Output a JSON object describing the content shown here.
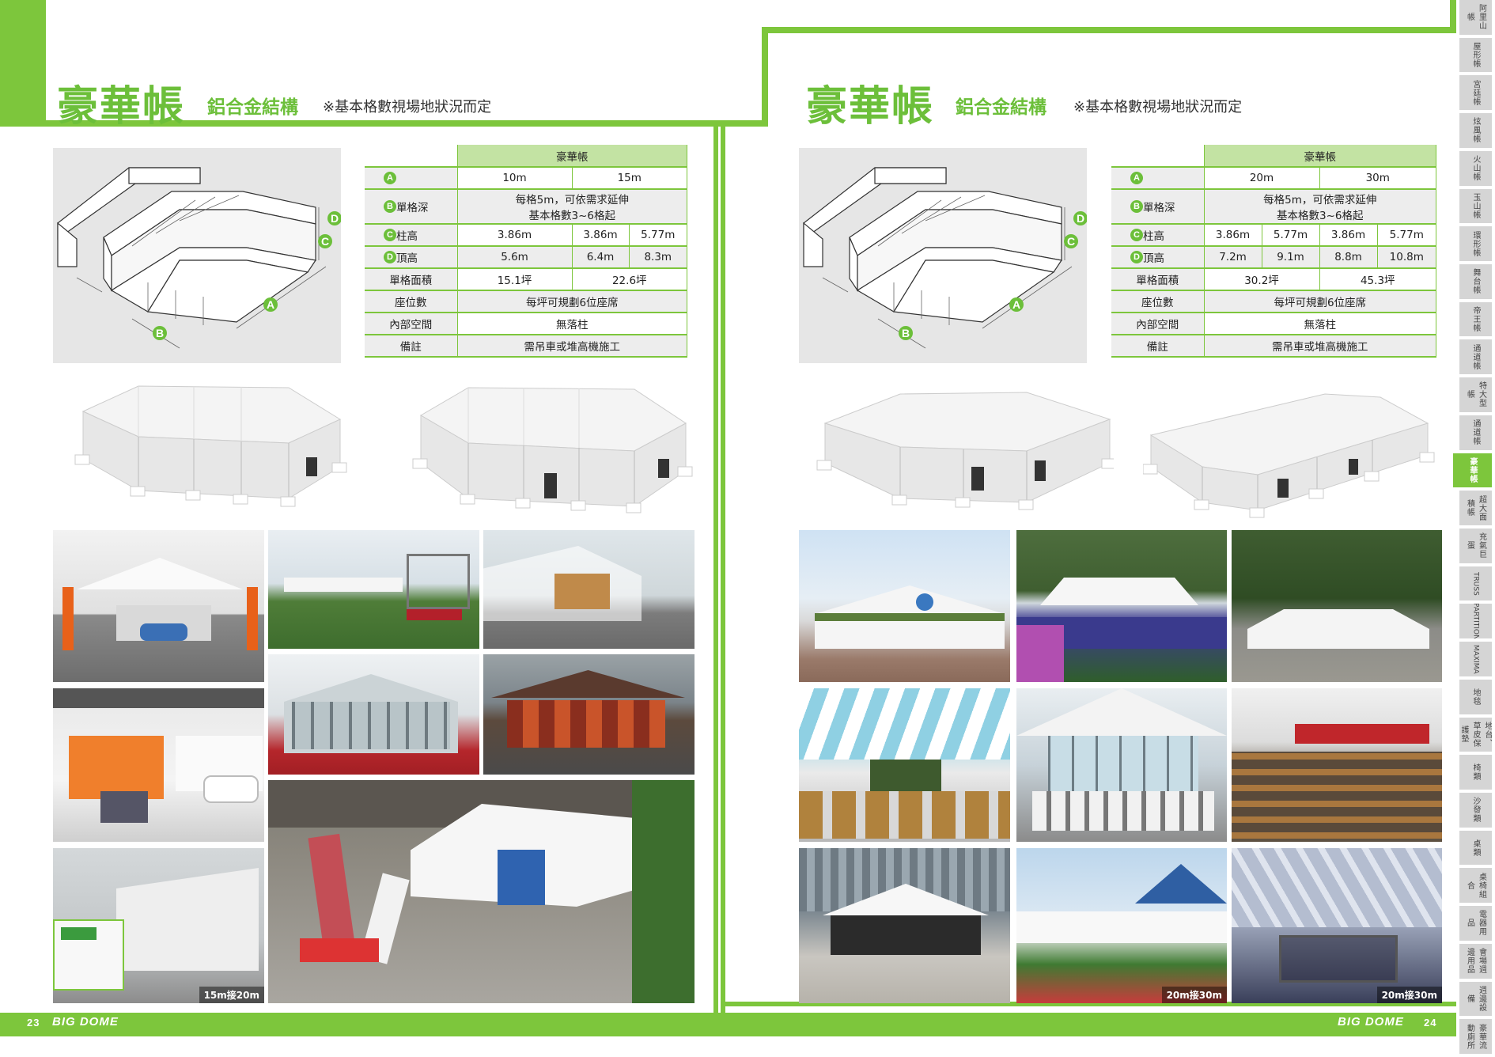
{
  "left": {
    "title": "豪華帳",
    "subtitle": "鋁合金結構",
    "note": "※基本格數視場地狀況而定",
    "page_no": "23",
    "logo": "BIG DOME",
    "diagram_labels": {
      "a": "A",
      "b": "B",
      "c": "C",
      "d": "D"
    },
    "table": {
      "header": "豪華帳",
      "rows": {
        "a": {
          "badge": "A",
          "label": "",
          "cells": [
            "10m",
            "15m"
          ]
        },
        "b": {
          "badge": "B",
          "label": "單格深",
          "line1": "每格5m，可依需求延伸",
          "line2": "基本格數3~6格起"
        },
        "c": {
          "badge": "C",
          "label": "柱高",
          "cells": [
            "3.86m",
            "3.86m",
            "5.77m"
          ]
        },
        "d": {
          "badge": "D",
          "label": "頂高",
          "cells": [
            "5.6m",
            "6.4m",
            "8.3m"
          ]
        },
        "area": {
          "label": "單格面積",
          "cells": [
            "15.1坪",
            "22.6坪"
          ]
        },
        "seats": {
          "label": "座位數",
          "value": "每坪可規劃6位座席"
        },
        "inner": {
          "label": "內部空間",
          "value": "無落柱"
        },
        "remark": {
          "label": "備註",
          "value": "需吊車或堆高機施工"
        }
      }
    },
    "captions": {
      "p9": "15m接20m"
    }
  },
  "right": {
    "title": "豪華帳",
    "subtitle": "鋁合金結構",
    "note": "※基本格數視場地狀況而定",
    "page_no": "24",
    "logo": "BIG DOME",
    "diagram_labels": {
      "a": "A",
      "b": "B",
      "c": "C",
      "d": "D"
    },
    "table": {
      "header": "豪華帳",
      "rows": {
        "a": {
          "badge": "A",
          "label": "",
          "cells": [
            "20m",
            "30m"
          ]
        },
        "b": {
          "badge": "B",
          "label": "單格深",
          "line1": "每格5m，可依需求延伸",
          "line2": "基本格數3~6格起"
        },
        "c": {
          "badge": "C",
          "label": "柱高",
          "cells": [
            "3.86m",
            "5.77m",
            "3.86m",
            "5.77m"
          ]
        },
        "d": {
          "badge": "D",
          "label": "頂高",
          "cells": [
            "7.2m",
            "9.1m",
            "8.8m",
            "10.8m"
          ]
        },
        "area": {
          "label": "單格面積",
          "cells": [
            "30.2坪",
            "45.3坪"
          ]
        },
        "seats": {
          "label": "座位數",
          "value": "每坪可規劃6位座席"
        },
        "inner": {
          "label": "內部空間",
          "value": "無落柱"
        },
        "remark": {
          "label": "備註",
          "value": "需吊車或堆高機施工"
        }
      }
    },
    "captions": {
      "p8": "20m接30m",
      "p9": "20m接30m"
    }
  },
  "side_tabs": [
    {
      "label": "阿里山帳",
      "active": false
    },
    {
      "label": "屋形帳",
      "active": false
    },
    {
      "label": "宮廷帳",
      "active": false
    },
    {
      "label": "炫風帳",
      "active": false
    },
    {
      "label": "火山帳",
      "active": false
    },
    {
      "label": "玉山帳",
      "active": false
    },
    {
      "label": "環形帳",
      "active": false
    },
    {
      "label": "舞台帳",
      "active": false
    },
    {
      "label": "帝王帳",
      "active": false
    },
    {
      "label": "通道帳",
      "active": false
    },
    {
      "label": "特大型帳",
      "active": false
    },
    {
      "label": "通道帳",
      "active": false
    },
    {
      "label": "豪華帳",
      "active": true
    },
    {
      "label": "超大面積帳",
      "active": false
    },
    {
      "label": "充氣巨蛋",
      "active": false
    },
    {
      "label": "TRUSS",
      "active": false
    },
    {
      "label": "PARTITION",
      "active": false
    },
    {
      "label": "MAXIMA",
      "active": false
    },
    {
      "label": "地毯",
      "active": false
    },
    {
      "label": "地台、草皮保護墊",
      "active": false
    },
    {
      "label": "椅類",
      "active": false
    },
    {
      "label": "沙發類",
      "active": false
    },
    {
      "label": "桌類",
      "active": false
    },
    {
      "label": "桌椅組合",
      "active": false
    },
    {
      "label": "電器用品",
      "active": false
    },
    {
      "label": "會場週邊用品",
      "active": false
    },
    {
      "label": "週邊設備",
      "active": false
    },
    {
      "label": "豪華流動廁所",
      "active": false
    }
  ],
  "colors": {
    "brand_green": "#7dc63c",
    "header_green": "#c3e3a3",
    "title_green": "#6cbf3a"
  }
}
